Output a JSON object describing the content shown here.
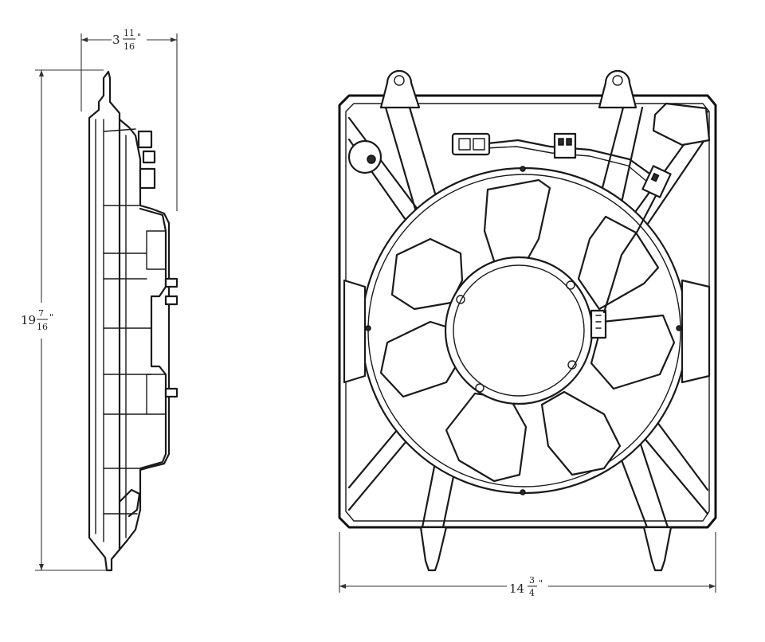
{
  "dimensions": {
    "depth": {
      "whole": "3",
      "num": "11",
      "den": "16",
      "unit": "\""
    },
    "height": {
      "whole": "19",
      "num": "7",
      "den": "16",
      "unit": "\""
    },
    "width": {
      "whole": "14",
      "num": "3",
      "den": "4",
      "unit": "\""
    }
  }
}
